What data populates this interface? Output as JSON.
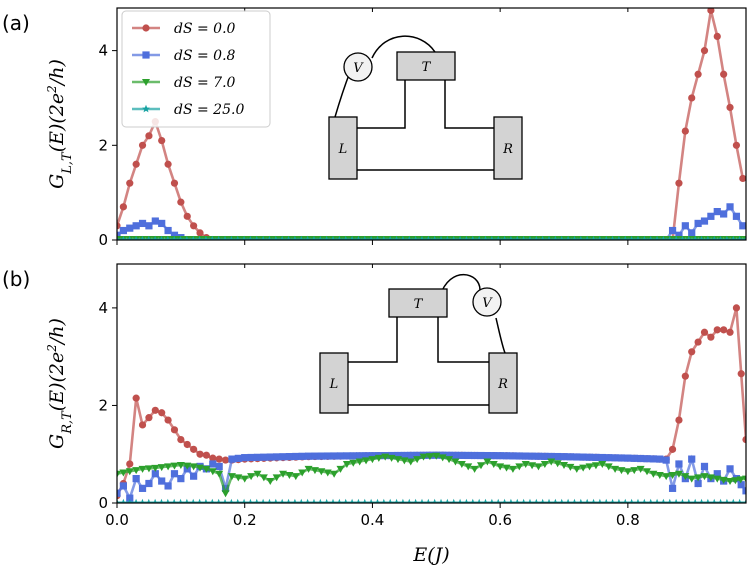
{
  "chart_data": [
    {
      "type": "line",
      "panel_label": "(a)",
      "ylabel": "G_{L,T}(E)(2e^2/h)",
      "xlabel": "",
      "xlim": [
        0.0,
        0.985
      ],
      "ylim": [
        0,
        4.9
      ],
      "xticks": [
        "0.0",
        "0.2",
        "0.4",
        "0.6",
        "0.8"
      ],
      "xtick_values": [
        0.0,
        0.2,
        0.4,
        0.6,
        0.8
      ],
      "yticks": [
        "0",
        "2",
        "4"
      ],
      "ytick_values": [
        0,
        2,
        4
      ],
      "show_xtick_labels": false,
      "legend": {
        "placement": "top-left"
      },
      "inset": {
        "nodes": [
          {
            "label": "L"
          },
          {
            "label": "T"
          },
          {
            "label": "R"
          },
          {
            "label": "V"
          }
        ]
      },
      "series": [
        {
          "name": "dS = 0.0",
          "color": "#c0504d",
          "marker": "circle",
          "x": [
            0.0,
            0.01,
            0.02,
            0.03,
            0.04,
            0.05,
            0.06,
            0.07,
            0.08,
            0.09,
            0.1,
            0.11,
            0.12,
            0.13,
            0.14,
            0.15,
            0.87,
            0.88,
            0.89,
            0.9,
            0.91,
            0.92,
            0.93,
            0.94,
            0.95,
            0.96,
            0.97,
            0.98
          ],
          "y": [
            0.3,
            0.7,
            1.2,
            1.6,
            2.0,
            2.2,
            2.5,
            2.1,
            1.6,
            1.2,
            0.8,
            0.5,
            0.3,
            0.15,
            0.05,
            0.0,
            0.0,
            1.2,
            2.3,
            3.0,
            3.5,
            4.0,
            4.85,
            4.3,
            3.5,
            2.8,
            2.0,
            1.3
          ]
        },
        {
          "name": "dS = 0.8",
          "color": "#4f6fdc",
          "marker": "square",
          "x": [
            0.0,
            0.01,
            0.02,
            0.03,
            0.04,
            0.05,
            0.06,
            0.07,
            0.08,
            0.09,
            0.1,
            0.11,
            0.12,
            0.13,
            0.14,
            0.15,
            0.86,
            0.87,
            0.88,
            0.89,
            0.9,
            0.91,
            0.92,
            0.93,
            0.94,
            0.95,
            0.96,
            0.97,
            0.98
          ],
          "y": [
            0.1,
            0.2,
            0.25,
            0.3,
            0.35,
            0.3,
            0.4,
            0.35,
            0.2,
            0.1,
            0.05,
            0.0,
            0.0,
            0.0,
            0.0,
            0.0,
            0.0,
            0.2,
            0.1,
            0.3,
            0.15,
            0.35,
            0.4,
            0.5,
            0.6,
            0.55,
            0.7,
            0.5,
            0.3
          ]
        },
        {
          "name": "dS = 7.0",
          "color": "#2ca02c",
          "marker": "triangle-down",
          "x": [
            0.0,
            0.985
          ],
          "y": [
            0.02,
            0.02
          ]
        },
        {
          "name": "dS = 25.0",
          "color": "#17a2a2",
          "marker": "star",
          "x": [
            0.0,
            0.985
          ],
          "y": [
            0.0,
            0.0
          ]
        }
      ]
    },
    {
      "type": "line",
      "panel_label": "(b)",
      "ylabel": "G_{R,T}(E)(2e^2/h)",
      "xlabel": "E(J)",
      "xlim": [
        0.0,
        0.985
      ],
      "ylim": [
        0,
        4.9
      ],
      "xticks": [
        "0.0",
        "0.2",
        "0.4",
        "0.6",
        "0.8"
      ],
      "xtick_values": [
        0.0,
        0.2,
        0.4,
        0.6,
        0.8
      ],
      "yticks": [
        "0",
        "2",
        "4"
      ],
      "ytick_values": [
        0,
        2,
        4
      ],
      "show_xtick_labels": true,
      "inset": {
        "nodes": [
          {
            "label": "L"
          },
          {
            "label": "T"
          },
          {
            "label": "R"
          },
          {
            "label": "V"
          }
        ]
      },
      "series": [
        {
          "name": "dS = 0.0",
          "color": "#c0504d",
          "marker": "circle",
          "x": [
            0.0,
            0.01,
            0.02,
            0.03,
            0.04,
            0.05,
            0.06,
            0.07,
            0.08,
            0.09,
            0.1,
            0.11,
            0.12,
            0.13,
            0.14,
            0.15,
            0.16,
            0.17,
            0.18,
            0.2,
            0.3,
            0.4,
            0.5,
            0.6,
            0.7,
            0.8,
            0.85,
            0.86,
            0.87,
            0.88,
            0.89,
            0.9,
            0.91,
            0.92,
            0.93,
            0.94,
            0.95,
            0.96,
            0.97,
            0.985
          ],
          "y": [
            0.15,
            0.4,
            0.8,
            2.15,
            1.6,
            1.75,
            1.9,
            1.85,
            1.7,
            1.5,
            1.3,
            1.2,
            1.1,
            1.0,
            0.98,
            0.92,
            0.9,
            0.88,
            0.88,
            0.9,
            0.95,
            0.97,
            0.98,
            0.97,
            0.95,
            0.92,
            0.9,
            0.9,
            1.1,
            1.7,
            2.6,
            3.1,
            3.3,
            3.5,
            3.4,
            3.55,
            3.55,
            3.5,
            4.0,
            1.3
          ]
        },
        {
          "name": "dS = 0.8",
          "color": "#4f6fdc",
          "marker": "square",
          "x": [
            0.0,
            0.01,
            0.02,
            0.03,
            0.04,
            0.05,
            0.06,
            0.07,
            0.08,
            0.09,
            0.1,
            0.11,
            0.12,
            0.13,
            0.14,
            0.15,
            0.16,
            0.17,
            0.18,
            0.2,
            0.3,
            0.4,
            0.5,
            0.6,
            0.7,
            0.8,
            0.85,
            0.86,
            0.87,
            0.88,
            0.89,
            0.9,
            0.91,
            0.92,
            0.93,
            0.94,
            0.95,
            0.96,
            0.97,
            0.985
          ],
          "y": [
            0.2,
            0.35,
            0.1,
            0.5,
            0.3,
            0.4,
            0.6,
            0.45,
            0.35,
            0.6,
            0.5,
            0.7,
            0.55,
            0.75,
            0.7,
            0.8,
            0.75,
            0.3,
            0.9,
            0.93,
            0.96,
            0.97,
            0.98,
            0.97,
            0.95,
            0.92,
            0.9,
            0.88,
            0.3,
            0.8,
            0.5,
            0.9,
            0.4,
            0.75,
            0.5,
            0.6,
            0.45,
            0.7,
            0.5,
            0.25
          ]
        },
        {
          "name": "dS = 7.0",
          "color": "#2ca02c",
          "marker": "triangle-down",
          "x": [
            0.0,
            0.02,
            0.04,
            0.06,
            0.08,
            0.1,
            0.12,
            0.14,
            0.16,
            0.17,
            0.18,
            0.2,
            0.22,
            0.24,
            0.26,
            0.28,
            0.3,
            0.32,
            0.34,
            0.36,
            0.38,
            0.4,
            0.42,
            0.44,
            0.46,
            0.48,
            0.5,
            0.52,
            0.54,
            0.56,
            0.58,
            0.6,
            0.62,
            0.64,
            0.66,
            0.68,
            0.7,
            0.72,
            0.74,
            0.76,
            0.78,
            0.8,
            0.82,
            0.84,
            0.86,
            0.88,
            0.9,
            0.92,
            0.94,
            0.96,
            0.985
          ],
          "y": [
            0.6,
            0.65,
            0.7,
            0.72,
            0.75,
            0.78,
            0.75,
            0.7,
            0.6,
            0.2,
            0.55,
            0.5,
            0.6,
            0.45,
            0.6,
            0.55,
            0.7,
            0.65,
            0.6,
            0.8,
            0.85,
            0.9,
            0.95,
            0.9,
            0.85,
            0.95,
            0.97,
            0.9,
            0.8,
            0.7,
            0.85,
            0.75,
            0.7,
            0.8,
            0.75,
            0.85,
            0.78,
            0.7,
            0.75,
            0.8,
            0.7,
            0.65,
            0.7,
            0.6,
            0.55,
            0.6,
            0.5,
            0.55,
            0.5,
            0.45,
            0.5
          ]
        },
        {
          "name": "dS = 25.0",
          "color": "#17a2a2",
          "marker": "star",
          "x": [
            0.0,
            0.985
          ],
          "y": [
            0.0,
            0.0
          ]
        }
      ]
    }
  ]
}
